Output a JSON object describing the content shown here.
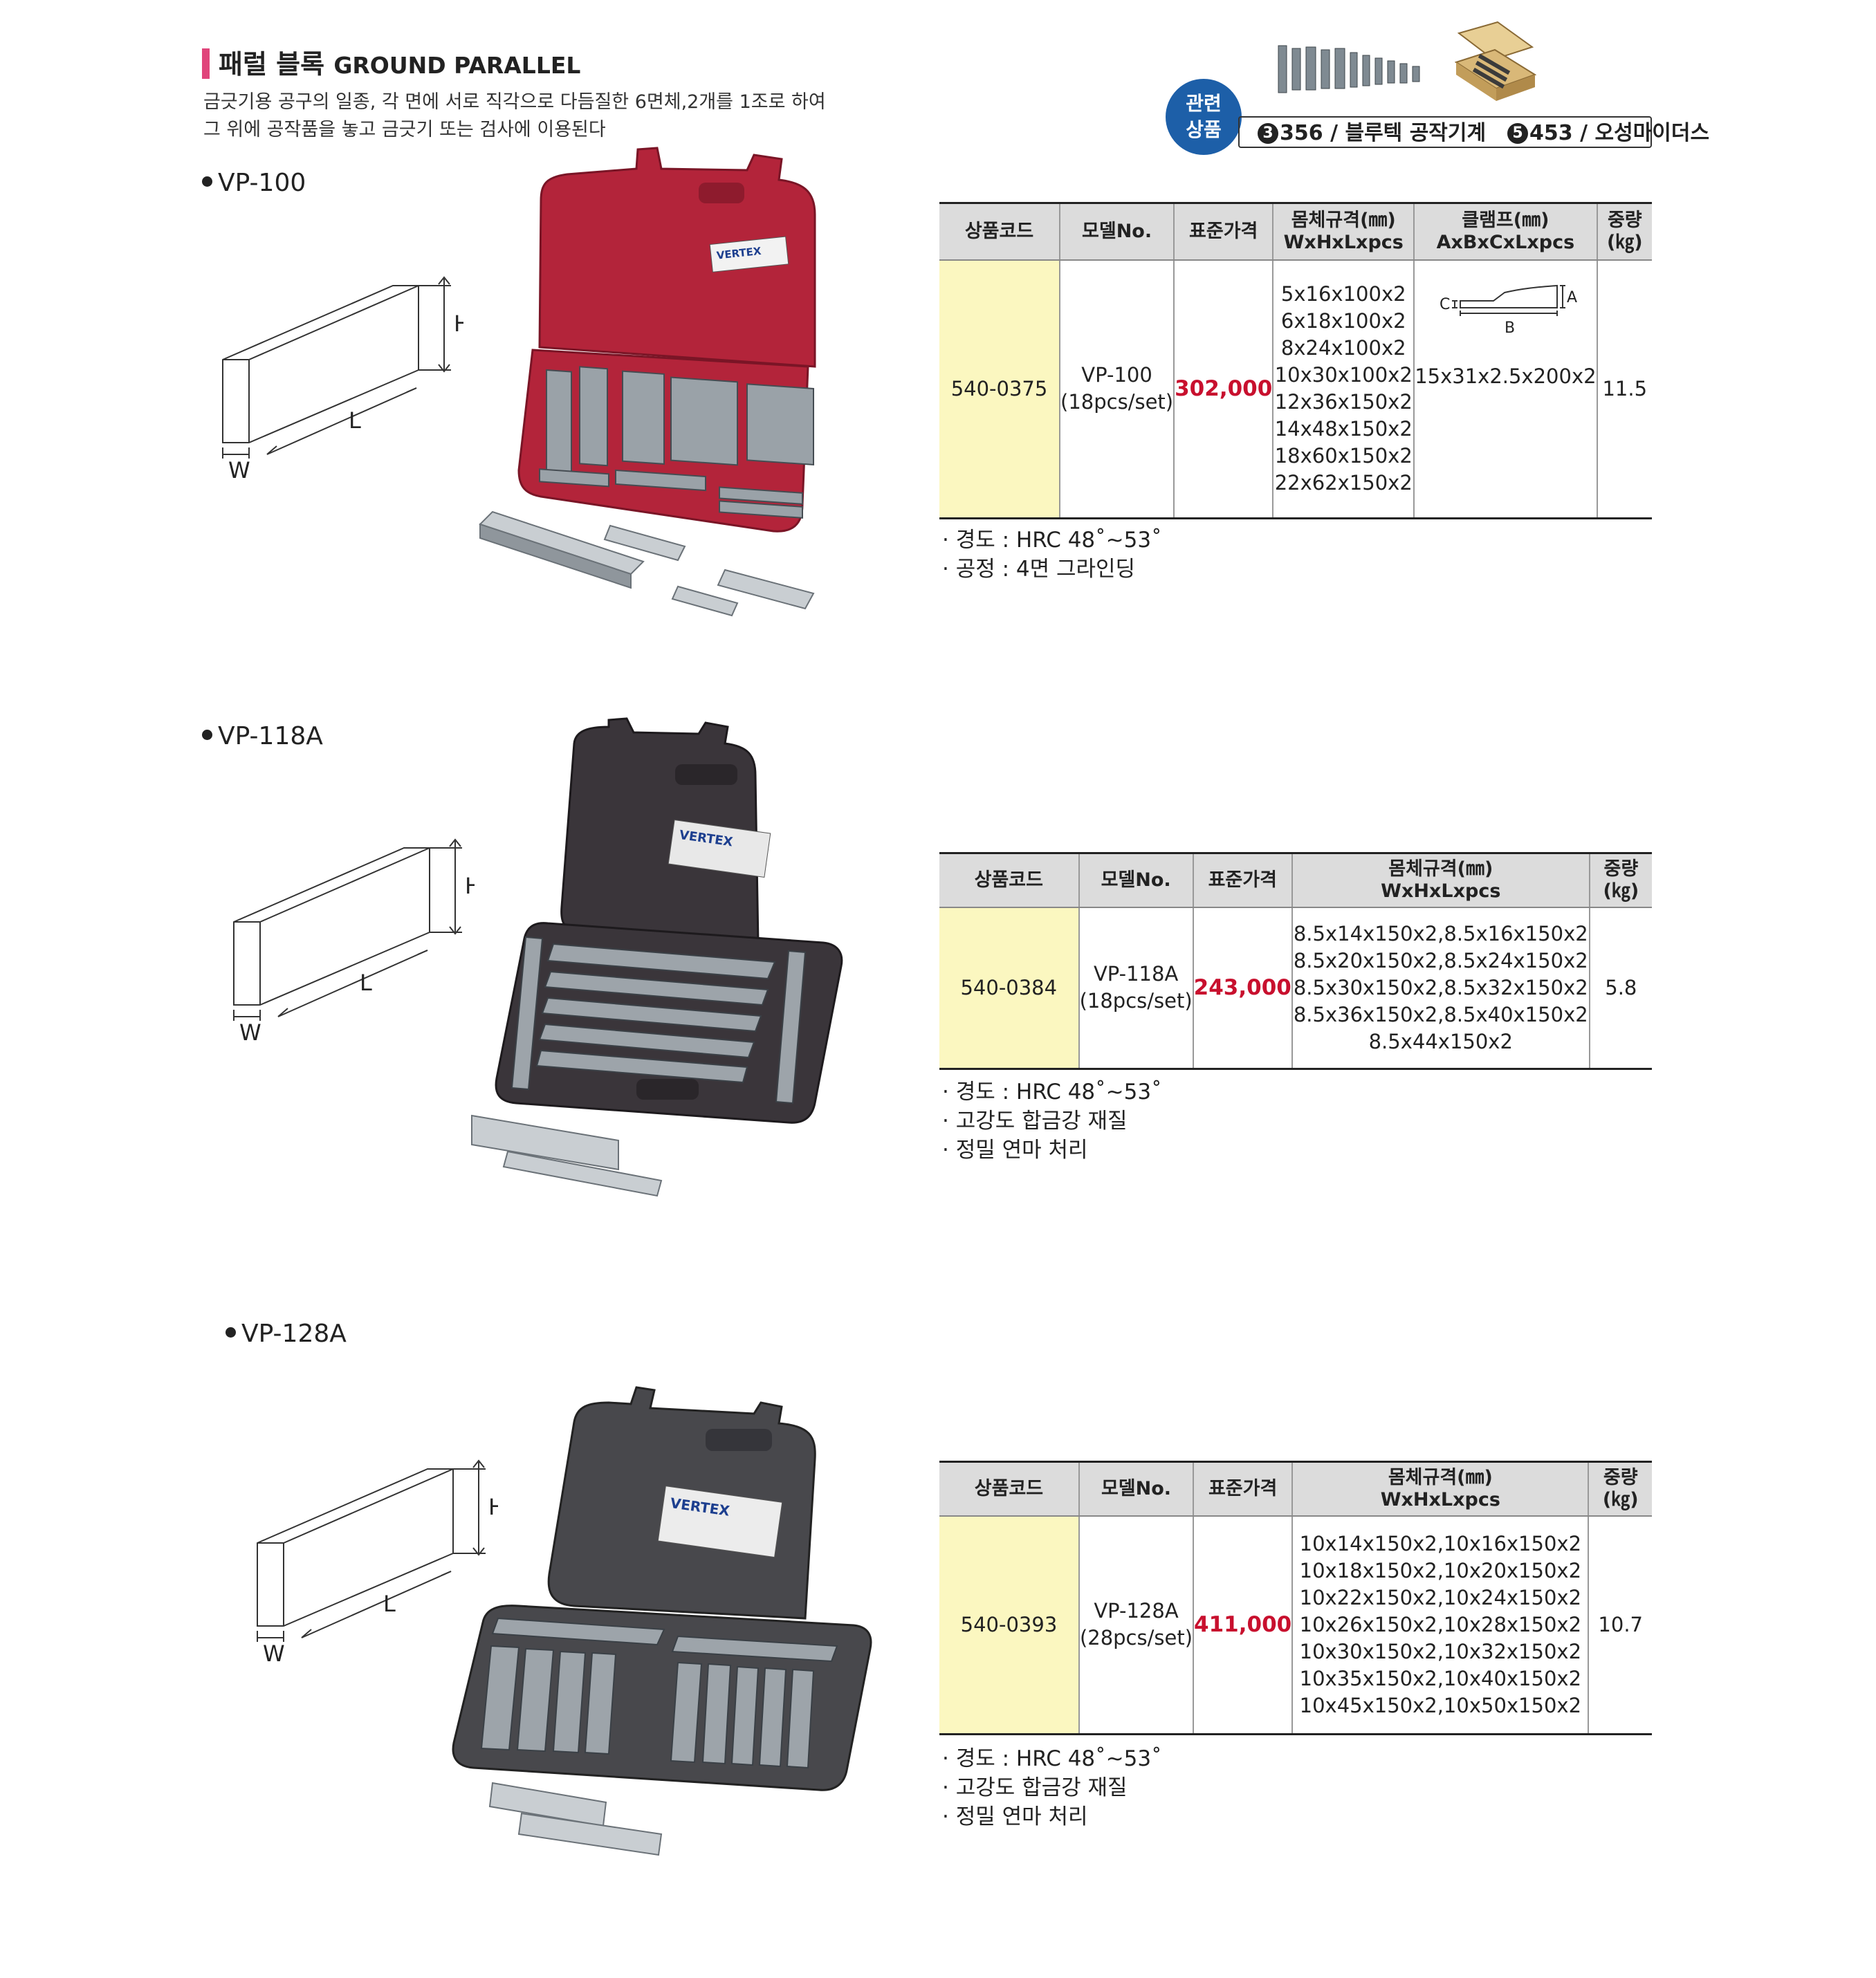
{
  "header": {
    "title_ko": "패럴 블록",
    "title_en": "GROUND PARALLEL",
    "intro_line1": "금긋기용 공구의 일종, 각 면에 서로 직각으로 다듬질한 6면체,2개를 1조로 하여",
    "intro_line2": "그 위에 공작품을 놓고 금긋기 또는 검사에 이용된다"
  },
  "related": {
    "badge_line1": "관련",
    "badge_line2": "상품",
    "item1_num": "3",
    "item1_text": "356 / 블루텍 공작기계",
    "item2_num": "5",
    "item2_text": "453 / 오성마이더스"
  },
  "diagram_labels": {
    "h": "H",
    "l": "L",
    "w": "W"
  },
  "brand": "VERTEX",
  "columns": {
    "code": "상품코드",
    "model": "모델No.",
    "price": "표준가격",
    "body_spec_1": "몸체규격(㎜)",
    "body_spec_2": "WxHxLxpcs",
    "clamp_1": "클램프(㎜)",
    "clamp_2": "AxBxCxLxpcs",
    "weight_1": "중량",
    "weight_2": "(㎏)"
  },
  "products": [
    {
      "label": "VP-100",
      "code": "540-0375",
      "model": "VP-100",
      "set": "(18pcs/set)",
      "price": "302,000",
      "specs": [
        "5x16x100x2",
        "6x18x100x2",
        "8x24x100x2",
        "10x30x100x2",
        "12x36x150x2",
        "14x48x150x2",
        "18x60x150x2",
        "22x62x150x2"
      ],
      "clamp": "15x31x2.5x200x2",
      "clamp_labels": {
        "a": "A",
        "b": "B",
        "c": "C"
      },
      "weight": "11.5",
      "notes": [
        "· 경도 : HRC 48˚~53˚",
        "· 공정 : 4면 그라인딩"
      ]
    },
    {
      "label": "VP-118A",
      "code": "540-0384",
      "model": "VP-118A",
      "set": "(18pcs/set)",
      "price": "243,000",
      "specs": [
        "8.5x14x150x2,8.5x16x150x2",
        "8.5x20x150x2,8.5x24x150x2",
        "8.5x30x150x2,8.5x32x150x2",
        "8.5x36x150x2,8.5x40x150x2",
        "8.5x44x150x2"
      ],
      "weight": "5.8",
      "notes": [
        "· 경도 : HRC 48˚~53˚",
        "· 고강도 합금강 재질",
        "· 정밀 연마 처리"
      ]
    },
    {
      "label": "VP-128A",
      "code": "540-0393",
      "model": "VP-128A",
      "set": "(28pcs/set)",
      "price": "411,000",
      "specs": [
        "10x14x150x2,10x16x150x2",
        "10x18x150x2,10x20x150x2",
        "10x22x150x2,10x24x150x2",
        "10x26x150x2,10x28x150x2",
        "10x30x150x2,10x32x150x2",
        "10x35x150x2,10x40x150x2",
        "10x45x150x2,10x50x150x2"
      ],
      "weight": "10.7",
      "notes": [
        "· 경도 : HRC 48˚~53˚",
        "· 고강도 합금강 재질",
        "· 정밀 연마 처리"
      ]
    }
  ],
  "colors": {
    "accent_pink": "#e0457b",
    "badge_blue": "#1d5fa8",
    "price_red": "#c8102e",
    "code_cell_yellow": "#fbf7c0",
    "case_red": "#b3243a",
    "case_dark": "#3a353a",
    "case_gray": "#48484c"
  }
}
